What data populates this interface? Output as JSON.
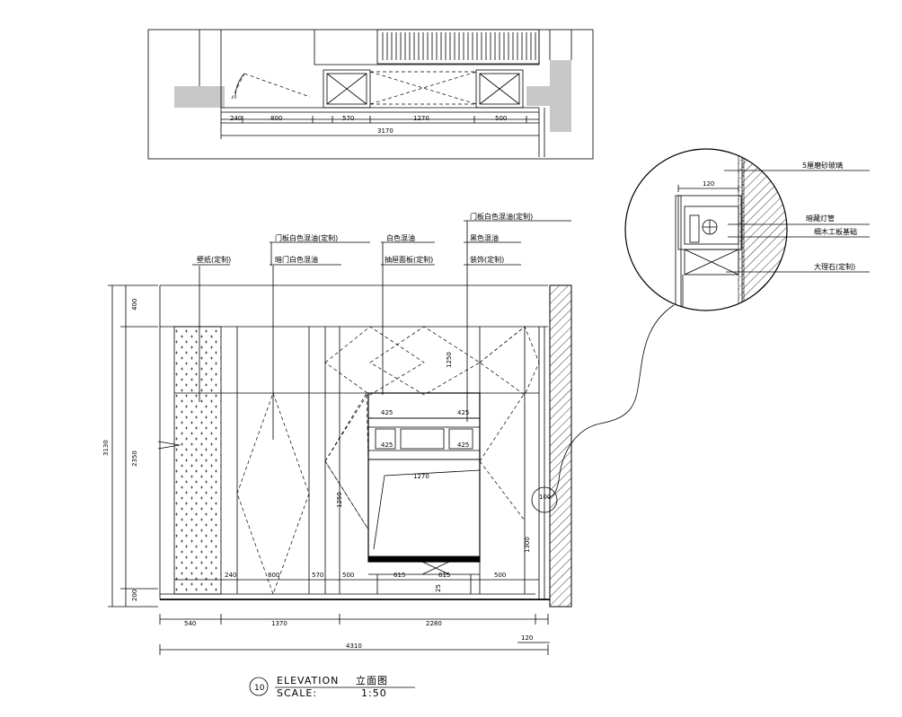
{
  "plan": {
    "dimensions": [
      "240",
      "800",
      "570",
      "1270",
      "500",
      "3170"
    ]
  },
  "detail": {
    "dimension": "120",
    "labels": [
      "5厘磨砂玻璃",
      "暗藏灯管",
      "细木工板基础",
      "大理石(定制)"
    ]
  },
  "elevation": {
    "annotations_row1": [
      "门板白色混油(定制)",
      "白色混油",
      "门板白色混油(定制)"
    ],
    "annotations_row2": [
      "壁纸(定制)",
      "暗门白色混油",
      "抽屉面板(定制)",
      "黑色混油"
    ],
    "annotation_right_3": "装饰(定制)",
    "left_dims": [
      "400",
      "3130",
      "2350",
      "200"
    ],
    "inner_dims": [
      "240",
      "800",
      "570",
      "500",
      "615",
      "615",
      "500"
    ],
    "small_dims": [
      "425",
      "425",
      "425",
      "425",
      "1250",
      "1270",
      "1250",
      "1300",
      "25",
      "100"
    ],
    "bottom_dims": [
      "540",
      "1370",
      "2280",
      "120"
    ],
    "total_dim": "4310"
  },
  "title": {
    "number": "10",
    "label": "ELEVATION",
    "label_cn": "立面图",
    "scale_label": "SCALE:",
    "scale_value": "1:50"
  },
  "colors": {
    "line": "#000000",
    "wall_fill": "#c8c8c8",
    "background": "#ffffff"
  }
}
